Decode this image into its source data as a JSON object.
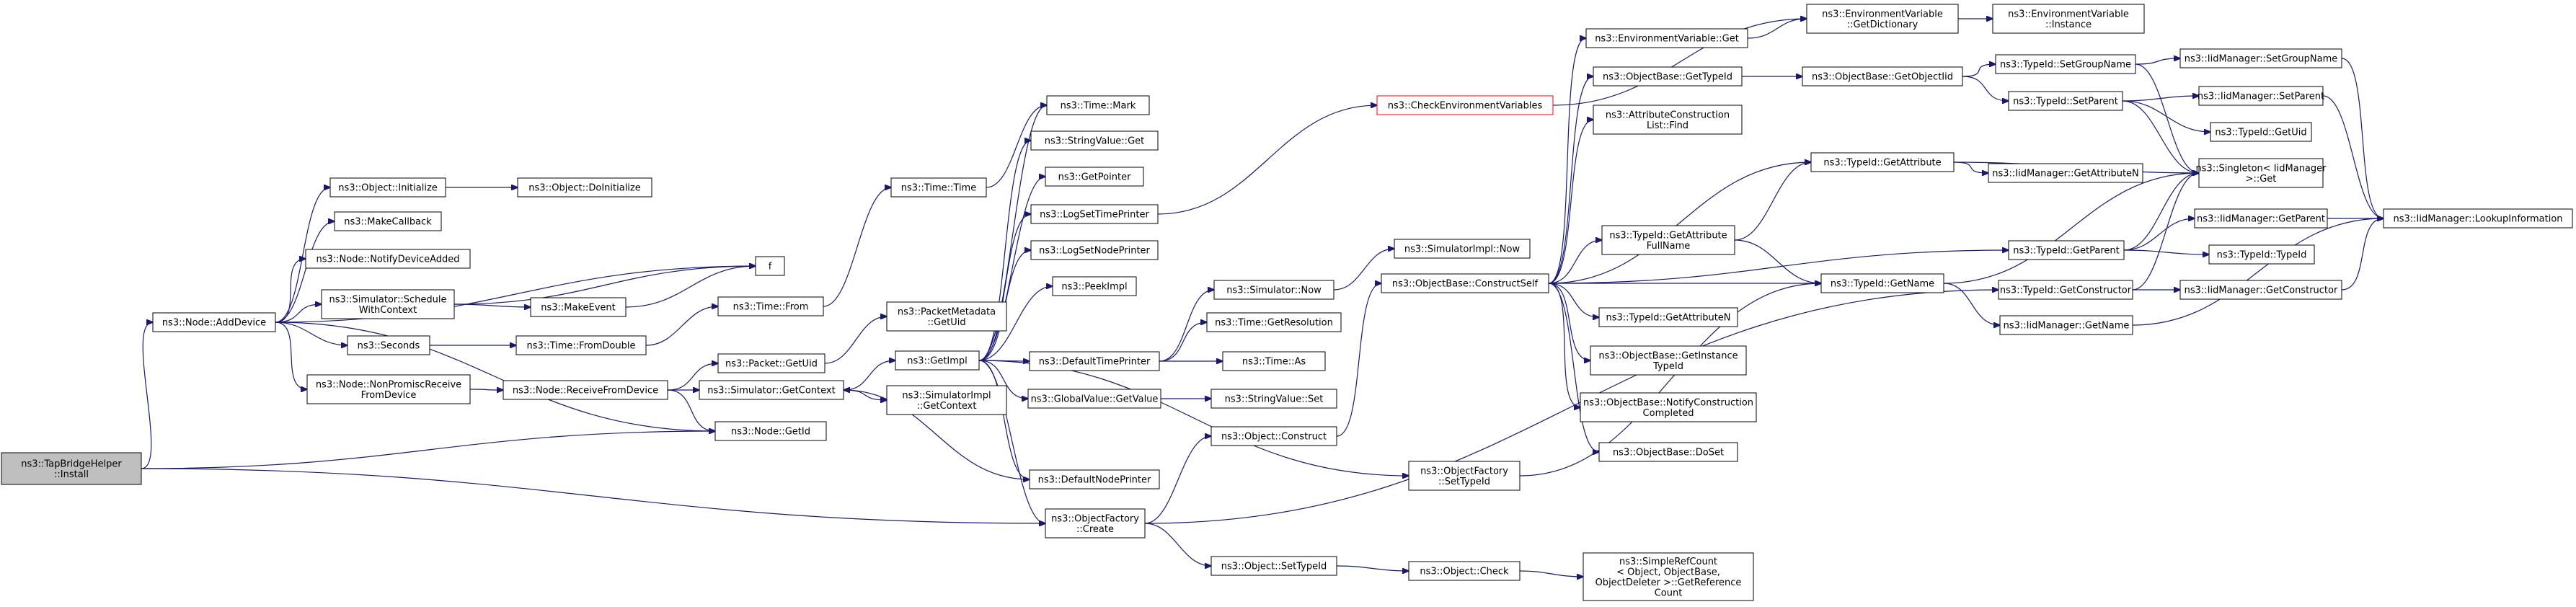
{
  "diagram": {
    "nodes": [
      {
        "id": "root",
        "lines": [
          "ns3::TapBridgeHelper",
          "::Install"
        ],
        "style": "root"
      },
      {
        "id": "addDevice",
        "lines": [
          "ns3::Node::AddDevice"
        ]
      },
      {
        "id": "objInit",
        "lines": [
          "ns3::Object::Initialize"
        ]
      },
      {
        "id": "doInit",
        "lines": [
          "ns3::Object::DoInitialize"
        ]
      },
      {
        "id": "makeCallback",
        "lines": [
          "ns3::MakeCallback"
        ]
      },
      {
        "id": "notifyDev",
        "lines": [
          "ns3::Node::NotifyDeviceAdded"
        ]
      },
      {
        "id": "schedCtx",
        "lines": [
          "ns3::Simulator::Schedule",
          "WithContext"
        ]
      },
      {
        "id": "f",
        "lines": [
          "f"
        ]
      },
      {
        "id": "makeEvent",
        "lines": [
          "ns3::MakeEvent"
        ]
      },
      {
        "id": "seconds",
        "lines": [
          "ns3::Seconds"
        ]
      },
      {
        "id": "timeFromDouble",
        "lines": [
          "ns3::Time::FromDouble"
        ]
      },
      {
        "id": "timeFrom",
        "lines": [
          "ns3::Time::From"
        ]
      },
      {
        "id": "timeTime",
        "lines": [
          "ns3::Time::Time"
        ]
      },
      {
        "id": "timeMark",
        "lines": [
          "ns3::Time::Mark"
        ]
      },
      {
        "id": "nonPromisc",
        "lines": [
          "ns3::Node::NonPromiscReceive",
          "FromDevice"
        ]
      },
      {
        "id": "recvFromDev",
        "lines": [
          "ns3::Node::ReceiveFromDevice"
        ]
      },
      {
        "id": "packetGetUid",
        "lines": [
          "ns3::Packet::GetUid"
        ]
      },
      {
        "id": "pktMetaUid",
        "lines": [
          "ns3::PacketMetadata",
          "::GetUid"
        ]
      },
      {
        "id": "simGetCtx",
        "lines": [
          "ns3::Simulator::GetContext"
        ]
      },
      {
        "id": "nodeGetId",
        "lines": [
          "ns3::Node::GetId"
        ]
      },
      {
        "id": "getImpl",
        "lines": [
          "ns3::GetImpl"
        ]
      },
      {
        "id": "simImplGetCtx",
        "lines": [
          "ns3::SimulatorImpl",
          "::GetContext"
        ]
      },
      {
        "id": "strValGet",
        "lines": [
          "ns3::StringValue::Get"
        ]
      },
      {
        "id": "getPointer",
        "lines": [
          "ns3::GetPointer"
        ]
      },
      {
        "id": "logSetTime",
        "lines": [
          "ns3::LogSetTimePrinter"
        ]
      },
      {
        "id": "logSetNode",
        "lines": [
          "ns3::LogSetNodePrinter"
        ]
      },
      {
        "id": "peekImpl",
        "lines": [
          "ns3::PeekImpl"
        ]
      },
      {
        "id": "defTimePrinter",
        "lines": [
          "ns3::DefaultTimePrinter"
        ]
      },
      {
        "id": "globValGet",
        "lines": [
          "ns3::GlobalValue::GetValue"
        ]
      },
      {
        "id": "defNodePrinter",
        "lines": [
          "ns3::DefaultNodePrinter"
        ]
      },
      {
        "id": "objFactCreate",
        "lines": [
          "ns3::ObjectFactory",
          "::Create"
        ]
      },
      {
        "id": "simNow",
        "lines": [
          "ns3::Simulator::Now"
        ]
      },
      {
        "id": "timeGetRes",
        "lines": [
          "ns3::Time::GetResolution"
        ]
      },
      {
        "id": "timeAs",
        "lines": [
          "ns3::Time::As"
        ]
      },
      {
        "id": "strValSet",
        "lines": [
          "ns3::StringValue::Set"
        ]
      },
      {
        "id": "objConstruct",
        "lines": [
          "ns3::Object::Construct"
        ]
      },
      {
        "id": "objSetTypeId",
        "lines": [
          "ns3::Object::SetTypeId"
        ]
      },
      {
        "id": "simImplNow",
        "lines": [
          "ns3::SimulatorImpl::Now"
        ]
      },
      {
        "id": "checkEnv",
        "lines": [
          "ns3::CheckEnvironmentVariables"
        ],
        "style": "red"
      },
      {
        "id": "objBaseConstructSelf",
        "lines": [
          "ns3::ObjectBase::ConstructSelf"
        ]
      },
      {
        "id": "objFactSetTypeId",
        "lines": [
          "ns3::ObjectFactory",
          "::SetTypeId"
        ]
      },
      {
        "id": "objCheck",
        "lines": [
          "ns3::Object::Check"
        ]
      },
      {
        "id": "envVarGet",
        "lines": [
          "ns3::EnvironmentVariable::Get"
        ]
      },
      {
        "id": "objBaseGetTypeId",
        "lines": [
          "ns3::ObjectBase::GetTypeId"
        ]
      },
      {
        "id": "attrConstrFind",
        "lines": [
          "ns3::AttributeConstruction",
          "List::Find"
        ]
      },
      {
        "id": "typeIdGetAttrFullName",
        "lines": [
          "ns3::TypeId::GetAttribute",
          "FullName"
        ]
      },
      {
        "id": "typeIdGetAttrN",
        "lines": [
          "ns3::TypeId::GetAttributeN"
        ]
      },
      {
        "id": "objBaseGetInstTypeId",
        "lines": [
          "ns3::ObjectBase::GetInstance",
          "TypeId"
        ]
      },
      {
        "id": "objBaseNotifyConstr",
        "lines": [
          "ns3::ObjectBase::NotifyConstruction",
          "Completed"
        ]
      },
      {
        "id": "objBaseDoSet",
        "lines": [
          "ns3::ObjectBase::DoSet"
        ]
      },
      {
        "id": "simpleRefCount",
        "lines": [
          "ns3::SimpleRefCount",
          "< Object, ObjectBase,",
          "ObjectDeleter >::GetReference",
          "Count"
        ]
      },
      {
        "id": "envVarGetDict",
        "lines": [
          "ns3::EnvironmentVariable",
          "::GetDictionary"
        ]
      },
      {
        "id": "envVarInstance",
        "lines": [
          "ns3::EnvironmentVariable",
          "::Instance"
        ]
      },
      {
        "id": "objBaseGetObjTid",
        "lines": [
          "ns3::ObjectBase::GetObjectIid"
        ]
      },
      {
        "id": "typeIdGetAttr",
        "lines": [
          "ns3::TypeId::GetAttribute"
        ]
      },
      {
        "id": "typeIdGetName",
        "lines": [
          "ns3::TypeId::GetName"
        ]
      },
      {
        "id": "typeIdSetGroupName",
        "lines": [
          "ns3::TypeId::SetGroupName"
        ]
      },
      {
        "id": "typeIdSetParent",
        "lines": [
          "ns3::TypeId::SetParent"
        ]
      },
      {
        "id": "iidMgrGetAttrN",
        "lines": [
          "ns3::IidManager::GetAttributeN"
        ]
      },
      {
        "id": "typeIdGetParent",
        "lines": [
          "ns3::TypeId::GetParent"
        ]
      },
      {
        "id": "typeIdGetConstructor",
        "lines": [
          "ns3::TypeId::GetConstructor"
        ]
      },
      {
        "id": "iidMgrGetName",
        "lines": [
          "ns3::IidManager::GetName"
        ]
      },
      {
        "id": "iidMgrSetGroupName",
        "lines": [
          "ns3::IidManager::SetGroupName"
        ]
      },
      {
        "id": "iidMgrSetParent",
        "lines": [
          "ns3::IidManager::SetParent"
        ]
      },
      {
        "id": "typeIdGetUid",
        "lines": [
          "ns3::TypeId::GetUid"
        ]
      },
      {
        "id": "singletonGet",
        "lines": [
          "ns3::Singleton< IidManager",
          ">::Get"
        ]
      },
      {
        "id": "iidMgrGetParent",
        "lines": [
          "ns3::IidManager::GetParent"
        ]
      },
      {
        "id": "typeIdTypeId",
        "lines": [
          "ns3::TypeId::TypeId"
        ]
      },
      {
        "id": "iidMgrGetConstructor",
        "lines": [
          "ns3::IidManager::GetConstructor"
        ]
      },
      {
        "id": "iidMgrLookup",
        "lines": [
          "ns3::IidManager::LookupInformation"
        ]
      }
    ]
  }
}
